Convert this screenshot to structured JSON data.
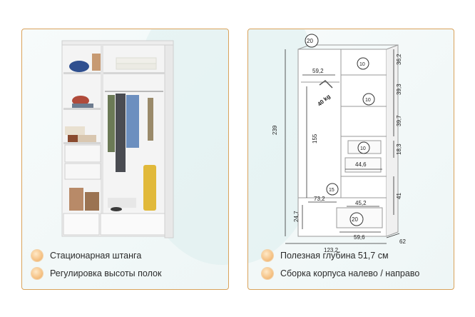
{
  "features_left": [
    {
      "label": "Стационарная штанга"
    },
    {
      "label": "Регулировка высоты полок"
    }
  ],
  "features_right": [
    {
      "label": "Полезная глубина 51,7 см"
    },
    {
      "label": "Сборка корпуса налево / направо"
    }
  ],
  "dimensions": {
    "height_total": "239",
    "top_right_height": "36,2",
    "shelf_1": "39,3",
    "shelf_2": "39,7",
    "drawer_height": "18,3",
    "lower_right": "41",
    "bottom_left": "24,7",
    "inner_width_top": "59,2",
    "rail_height": "155",
    "rail_load": "40 kg",
    "drawer_width": "44,6",
    "lower_left_width": "73,2",
    "lower_right_width": "45,2",
    "bottom_drawer_width": "59,6",
    "total_width": "123,2",
    "depth": "62"
  },
  "loads": {
    "top": "20",
    "top_right": "10",
    "mid_right": "10",
    "drawer": "10",
    "left_bottom": "15",
    "bottom_drawer": "20",
    "unit": "kg"
  },
  "colors": {
    "accent_border": "#d9a25a",
    "bullet": "#f6c58a"
  }
}
